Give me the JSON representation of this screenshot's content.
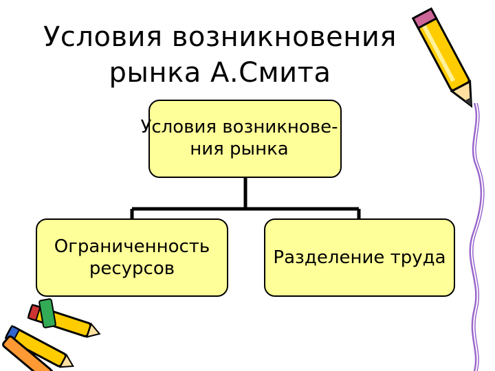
{
  "slide": {
    "title_line1": "Условия возникновения",
    "title_line2": "рынка А.Смита"
  },
  "diagram": {
    "root": {
      "line1": "Условия возникнове-",
      "line2": "ния  рынка"
    },
    "children": [
      {
        "line1": "Ограниченность",
        "line2": "ресурсов"
      },
      {
        "line1": "Разделение труда"
      }
    ]
  },
  "colors": {
    "box_fill": "#ffff99",
    "border": "#000000",
    "pencil_body": "#ffcc00",
    "scribble": "#9966cc"
  },
  "icons": [
    "pencil-icon",
    "crayons-icon",
    "scribble-line"
  ]
}
